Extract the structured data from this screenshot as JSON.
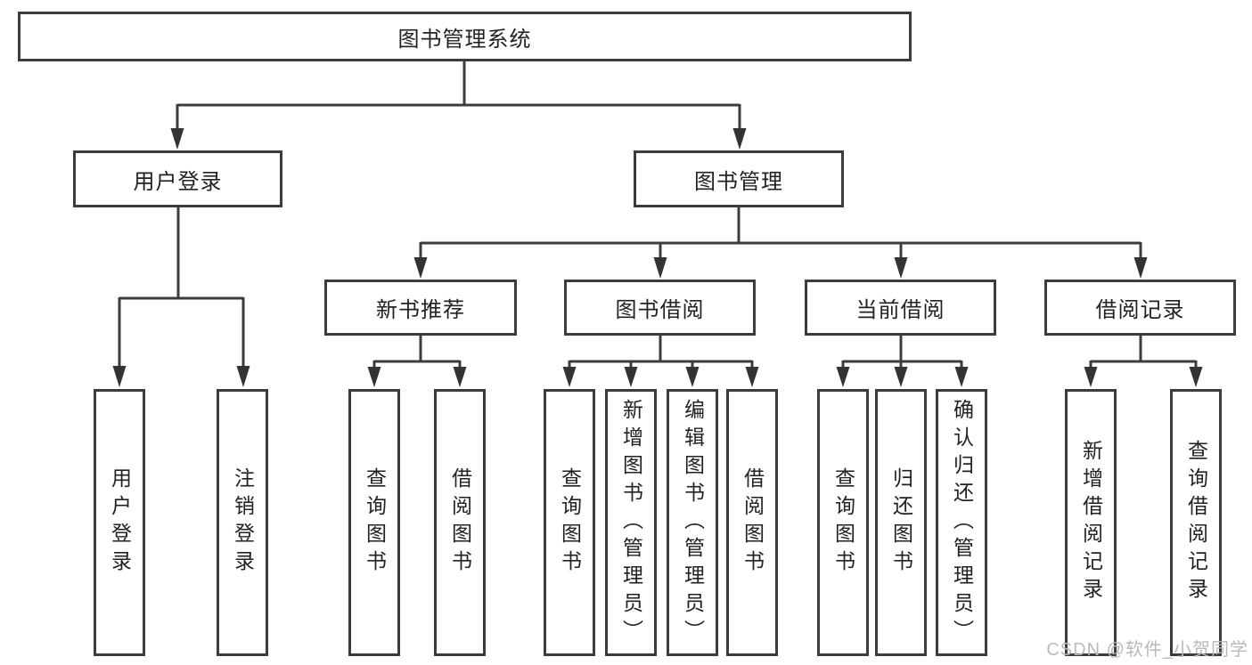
{
  "tree": {
    "root": {
      "label": "图书管理系统"
    },
    "branches": [
      {
        "label": "用户登录",
        "children": [
          {
            "label": "用户登录"
          },
          {
            "label": "注销登录"
          }
        ]
      },
      {
        "label": "图书管理",
        "children": [
          {
            "label": "新书推荐",
            "children": [
              {
                "label": "查询图书"
              },
              {
                "label": "借阅图书"
              }
            ]
          },
          {
            "label": "图书借阅",
            "children": [
              {
                "label": "查询图书"
              },
              {
                "label": "新增图书（管理员）"
              },
              {
                "label": "编辑图书（管理员）"
              },
              {
                "label": "借阅图书"
              }
            ]
          },
          {
            "label": "当前借阅",
            "children": [
              {
                "label": "查询图书"
              },
              {
                "label": "归还图书"
              },
              {
                "label": "确认归还（管理员）"
              }
            ]
          },
          {
            "label": "借阅记录",
            "children": [
              {
                "label": "新增借阅记录"
              },
              {
                "label": "查询借阅记录"
              }
            ]
          }
        ]
      }
    ]
  },
  "watermark": "CSDN @软件_小贺同学",
  "colors": {
    "line": "#3c3c3c",
    "text": "#222222",
    "watermark": "#b9b9bd",
    "background": "#ffffff"
  }
}
